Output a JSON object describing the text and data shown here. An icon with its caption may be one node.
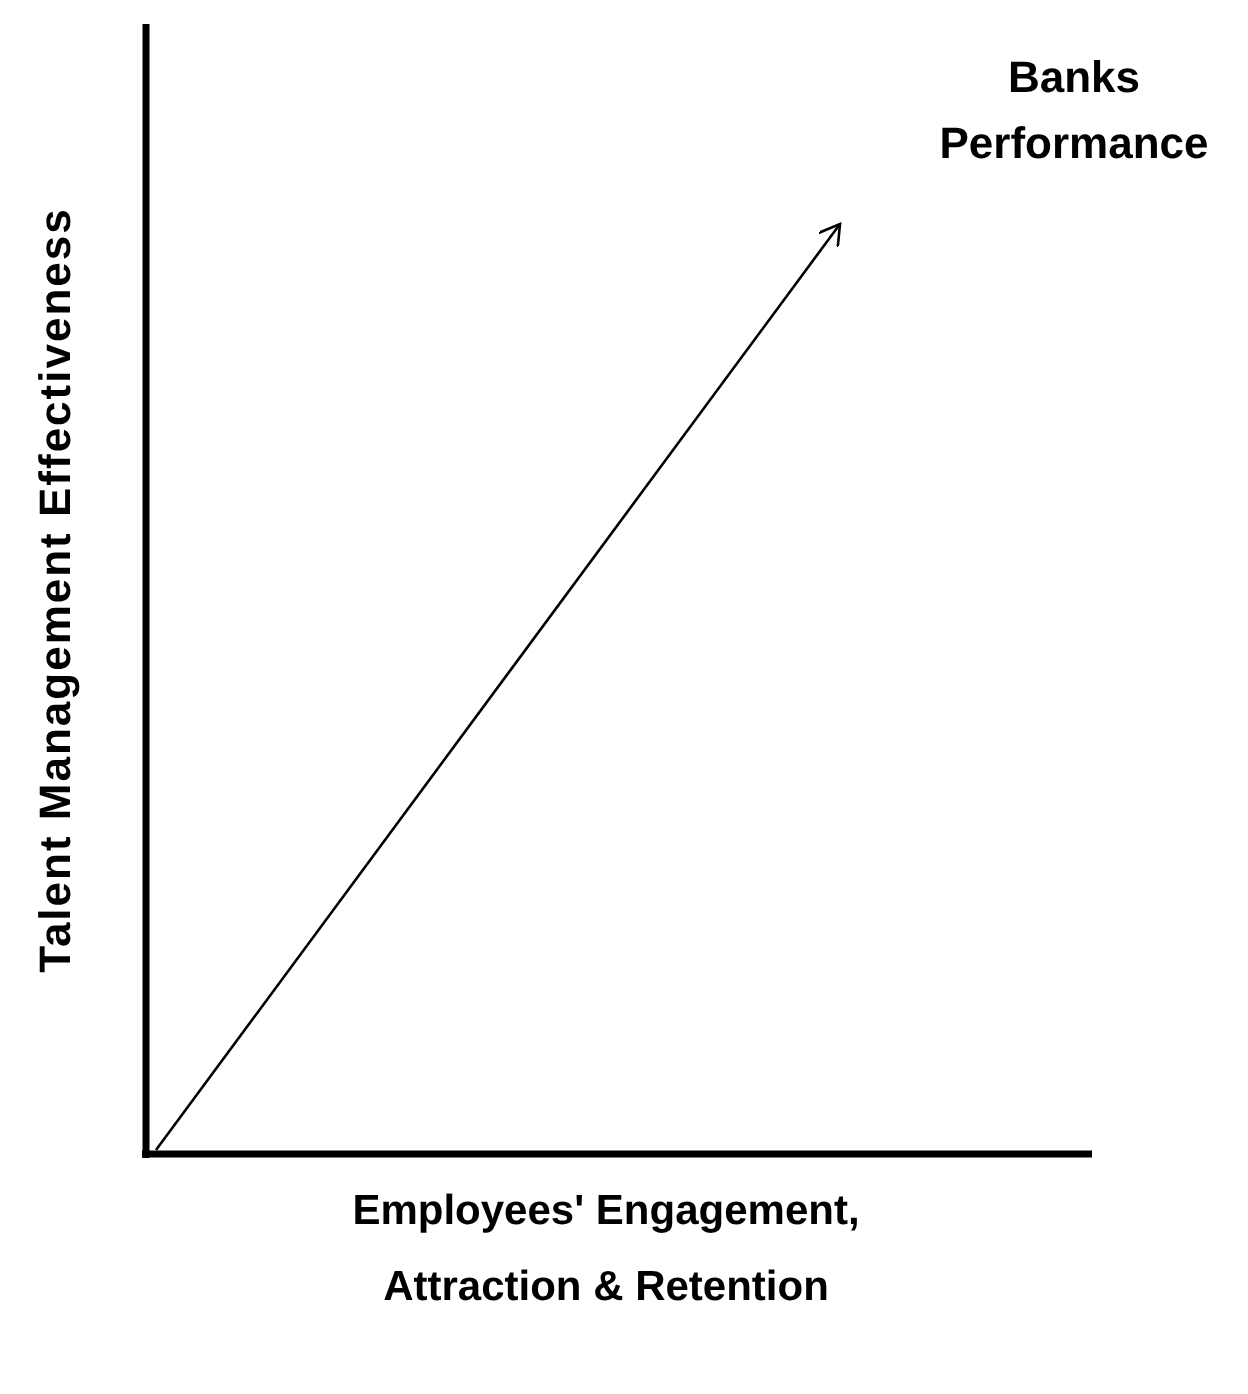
{
  "diagram": {
    "labels": [
      "Banks Performance",
      "Talent Management Effectiveness",
      "Employees' Engagement, Attraction & Retention"
    ]
  }
}
